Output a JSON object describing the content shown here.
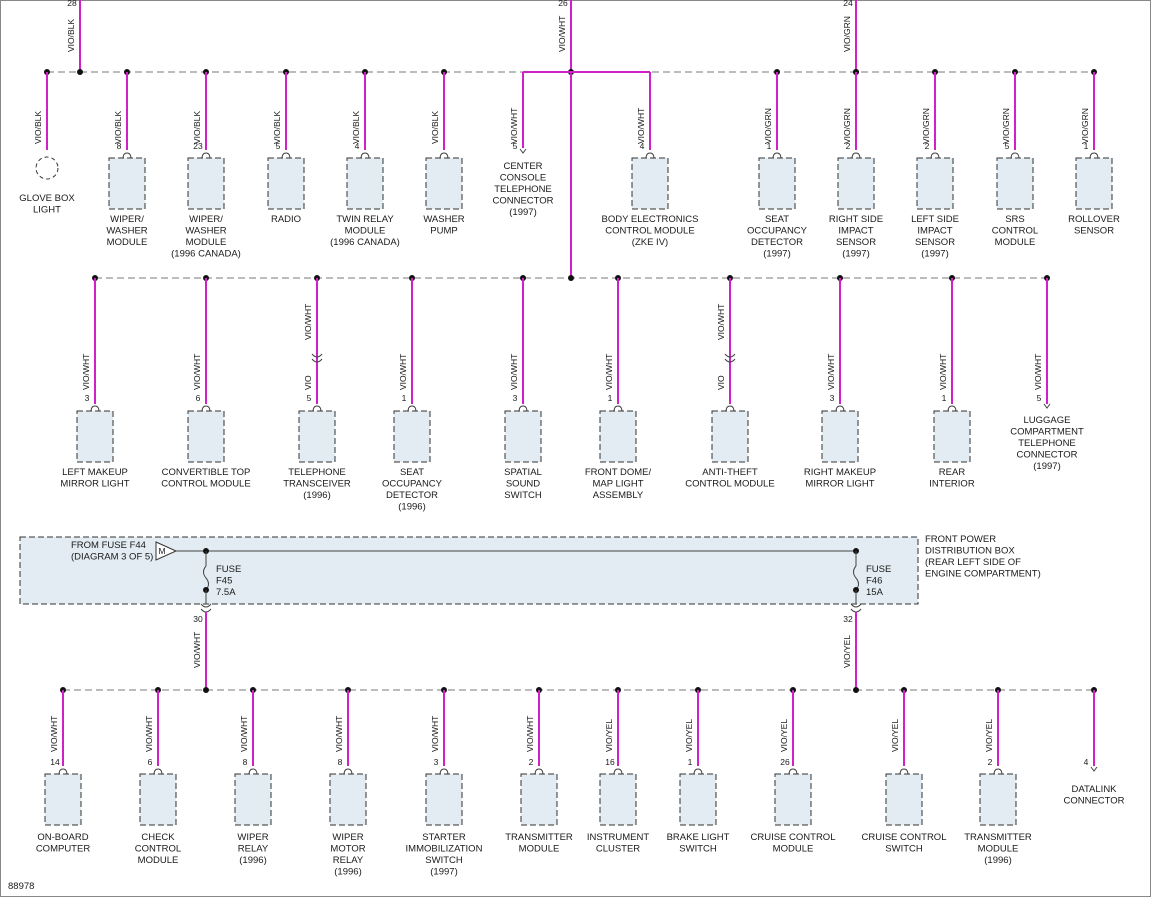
{
  "diagram_id": "88978",
  "top_wires": [
    {
      "circuit": "28",
      "color": "VIO/BLK"
    },
    {
      "circuit": "26",
      "color": "VIO/WHT"
    },
    {
      "circuit": "24",
      "color": "VIO/GRN"
    }
  ],
  "row1": [
    {
      "name": "GLOVE BOX\nLIGHT",
      "pin": "",
      "wire": "VIO/BLK",
      "kind": "lamp"
    },
    {
      "name": "WIPER/\nWASHER\nMODULE",
      "pin": "8",
      "wire": "VIO/BLK"
    },
    {
      "name": "WIPER/\nWASHER\nMODULE\n(1996 CANADA)",
      "pin": "23",
      "wire": "VIO/BLK"
    },
    {
      "name": "RADIO",
      "pin": "5",
      "wire": "VIO/BLK"
    },
    {
      "name": "TWIN RELAY\nMODULE\n(1996 CANADA)",
      "pin": "4",
      "wire": "VIO/BLK"
    },
    {
      "name": "WASHER\nPUMP",
      "pin": "",
      "wire": "VIO/BLK"
    },
    {
      "name": "CENTER\nCONSOLE\nTELEPHONE\nCONNECTOR\n(1997)",
      "pin": "5",
      "wire": "VIO/WHT",
      "kind": "conn"
    },
    {
      "name": "BODY ELECTRONICS\nCONTROL MODULE\n(ZKE IV)",
      "pin": "4",
      "wire": "VIO/WHT"
    },
    {
      "name": "SEAT\nOCCUPANCY\nDETECTOR\n(1997)",
      "pin": "1",
      "wire": "VIO/GRN"
    },
    {
      "name": "RIGHT SIDE\nIMPACT\nSENSOR\n(1997)",
      "pin": "2",
      "wire": "VIO/GRN"
    },
    {
      "name": "LEFT SIDE\nIMPACT\nSENSOR\n(1997)",
      "pin": "2",
      "wire": "VIO/GRN"
    },
    {
      "name": "SRS\nCONTROL\nMODULE",
      "pin": "5",
      "wire": "VIO/GRN"
    },
    {
      "name": "ROLLOVER\nSENSOR",
      "pin": "1",
      "wire": "VIO/GRN"
    }
  ],
  "row2": [
    {
      "name": "LEFT MAKEUP\nMIRROR LIGHT",
      "pin": "3",
      "wire": "VIO/WHT"
    },
    {
      "name": "CONVERTIBLE TOP\nCONTROL MODULE",
      "pin": "6",
      "wire": "VIO/WHT"
    },
    {
      "name": "TELEPHONE\nTRANSCEIVER\n(1996)",
      "pin": "5",
      "wire": "VIO/WHT",
      "wire_lower": "VIO"
    },
    {
      "name": "SEAT\nOCCUPANCY\nDETECTOR\n(1996)",
      "pin": "1",
      "wire": "VIO/WHT"
    },
    {
      "name": "SPATIAL\nSOUND\nSWITCH",
      "pin": "3",
      "wire": "VIO/WHT"
    },
    {
      "name": "FRONT DOME/\nMAP LIGHT\nASSEMBLY",
      "pin": "1",
      "wire": "VIO/WHT"
    },
    {
      "name": "ANTI-THEFT\nCONTROL MODULE",
      "pin": "",
      "wire": "VIO/WHT",
      "wire_lower": "VIO"
    },
    {
      "name": "RIGHT MAKEUP\nMIRROR LIGHT",
      "pin": "3",
      "wire": "VIO/WHT"
    },
    {
      "name": "REAR\nINTERIOR",
      "pin": "1",
      "wire": "VIO/WHT"
    },
    {
      "name": "LUGGAGE\nCOMPARTMENT\nTELEPHONE\nCONNECTOR\n(1997)",
      "pin": "5",
      "wire": "VIO/WHT",
      "kind": "conn"
    }
  ],
  "fuse_box": {
    "title": "FRONT POWER\nDISTRIBUTION BOX\n(REAR LEFT SIDE OF\nENGINE COMPARTMENT)",
    "source": "FROM FUSE F44\n(DIAGRAM 3 OF 5)",
    "source_tag": "M",
    "fuses": [
      {
        "label": "FUSE\nF45\n7.5A",
        "out_pin": "30",
        "out_wire": "VIO/WHT"
      },
      {
        "label": "FUSE\nF46\n15A",
        "out_pin": "32",
        "out_wire": "VIO/YEL"
      }
    ]
  },
  "row3": [
    {
      "name": "ON-BOARD\nCOMPUTER",
      "pin": "14",
      "wire": "VIO/WHT"
    },
    {
      "name": "CHECK\nCONTROL\nMODULE",
      "pin": "6",
      "wire": "VIO/WHT"
    },
    {
      "name": "WIPER\nRELAY\n(1996)",
      "pin": "8",
      "wire": "VIO/WHT"
    },
    {
      "name": "WIPER\nMOTOR\nRELAY\n(1996)",
      "pin": "8",
      "wire": "VIO/WHT"
    },
    {
      "name": "STARTER\nIMMOBILIZATION\nSWITCH\n(1997)",
      "pin": "3",
      "wire": "VIO/WHT"
    },
    {
      "name": "TRANSMITTER\nMODULE",
      "pin": "2",
      "wire": "VIO/WHT"
    },
    {
      "name": "INSTRUMENT\nCLUSTER",
      "pin": "16",
      "wire": "VIO/YEL"
    },
    {
      "name": "BRAKE LIGHT\nSWITCH",
      "pin": "1",
      "wire": "VIO/YEL"
    },
    {
      "name": "CRUISE CONTROL\nMODULE",
      "pin": "26",
      "wire": "VIO/YEL"
    },
    {
      "name": "CRUISE CONTROL\nSWITCH",
      "pin": "",
      "wire": "VIO/YEL"
    },
    {
      "name": "TRANSMITTER\nMODULE\n(1996)",
      "pin": "2",
      "wire": "VIO/YEL"
    },
    {
      "name": "DATALINK\nCONNECTOR",
      "pin": "4",
      "wire": "",
      "kind": "conn"
    }
  ]
}
